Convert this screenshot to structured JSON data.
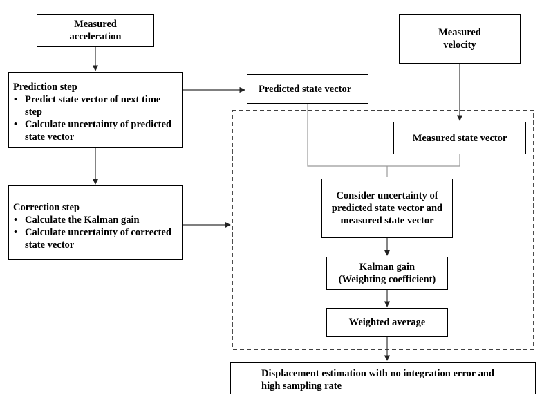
{
  "nodes": {
    "measured_acceleration": "Measured\nacceleration",
    "measured_velocity": "Measured\nvelocity",
    "prediction_step": {
      "title": "Prediction step",
      "bullets": [
        "Predict state vector of next time step",
        "Calculate uncertainty of predicted state vector"
      ]
    },
    "predicted_state_vector": "Predicted state vector",
    "measured_state_vector": "Measured state vector",
    "correction_step": {
      "title": "Correction step",
      "bullets": [
        "Calculate the Kalman gain",
        "Calculate uncertainty of corrected state vector"
      ]
    },
    "consider_uncertainty": "Consider uncertainty of\npredicted state vector and\nmeasured state vector",
    "kalman_gain": "Kalman gain\n(Weighting coefficient)",
    "weighted_average": "Weighted average",
    "displacement_estimation": "Displacement estimation with no integration error and\nhigh sampling rate"
  }
}
